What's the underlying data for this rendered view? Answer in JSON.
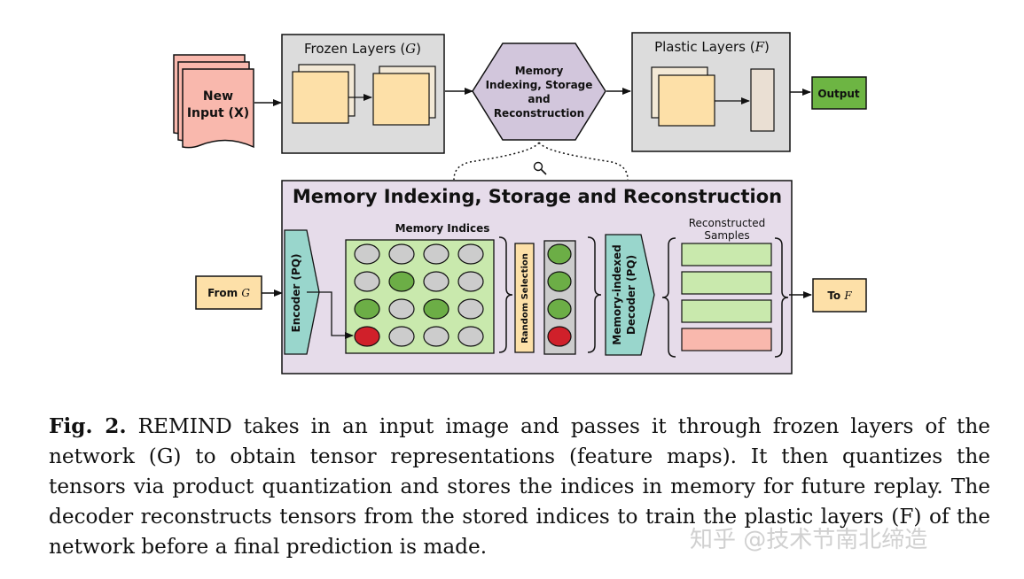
{
  "diagram": {
    "new_input": {
      "line1": "New",
      "line2": "Input (X)"
    },
    "frozen_layers": {
      "text": "Frozen Layers (",
      "var": "G",
      "close": ")"
    },
    "memory_node": {
      "lines": [
        "Memory",
        "Indexing, Storage",
        "and",
        "Reconstruction"
      ]
    },
    "plastic_layers": {
      "text": "Plastic Layers (",
      "var": "F",
      "close": ")"
    },
    "output": "Output",
    "panel_title": "Memory Indexing, Storage and Reconstruction",
    "from_g": {
      "text": "From ",
      "var": "G"
    },
    "encoder": "Encoder (PQ)",
    "memory_indices": "Memory Indices",
    "index_grid": [
      [
        "gray",
        "gray",
        "gray",
        "gray"
      ],
      [
        "gray",
        "green",
        "gray",
        "gray"
      ],
      [
        "green",
        "gray",
        "green",
        "gray"
      ],
      [
        "red",
        "gray",
        "gray",
        "gray"
      ]
    ],
    "random_selection": "Random Selection",
    "selected_column": [
      "green",
      "green",
      "green",
      "red"
    ],
    "decoder": {
      "line1": "Memory-indexed",
      "line2": "Decoder (PQ)"
    },
    "reconstructed": {
      "line1": "Reconstructed",
      "line2": "Samples"
    },
    "samples": [
      "green",
      "green",
      "green",
      "red"
    ],
    "to_f": {
      "text": "To ",
      "var": "F"
    },
    "colors": {
      "gray": "#cccccc",
      "green": "#6cae46",
      "red": "#d0202a",
      "output_green": "#6db543",
      "frozen_bg": "#dcdcdc",
      "panel_bg": "#e6dcea",
      "hexagon": "#d2c6dc",
      "input_pink": "#f9b8ad",
      "feature_orange": "#fde0a8",
      "teal": "#99d6cc",
      "light_green": "#c9e9ad",
      "sample_red": "#f9b8ad"
    }
  },
  "caption": {
    "fig_label": "Fig. 2.",
    "text": "REMIND takes in an input image and passes it through frozen layers of the network (G) to obtain tensor representations (feature maps). It then quantizes the tensors via product quantization and stores the indices in memory for future replay. The decoder reconstructs tensors from the stored indices to train the plastic layers (F) of the network before a final prediction is made."
  },
  "watermark": "知乎 @技术节南北缔造"
}
